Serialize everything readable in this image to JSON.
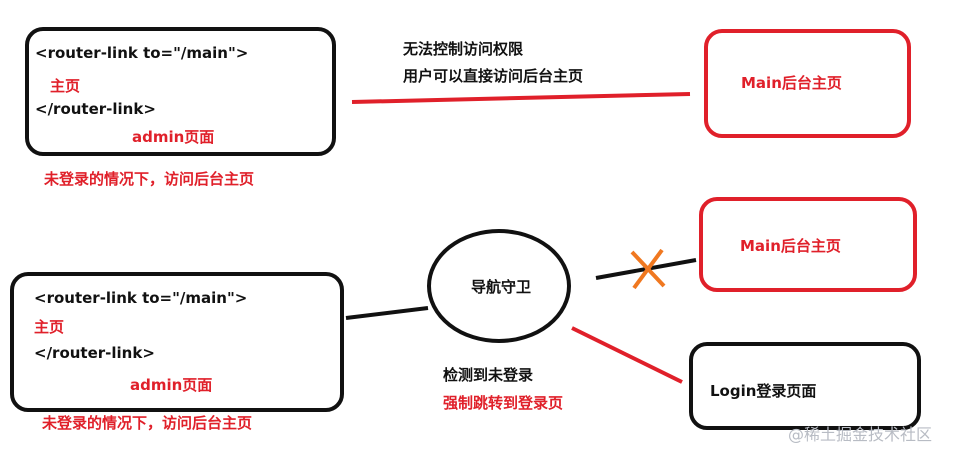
{
  "colors": {
    "red": "#e0202a",
    "black": "#111111",
    "orange": "#f07820",
    "watermark": "#b8bcc4"
  },
  "top_box": {
    "line1": "<router-link to=\"/main\">",
    "line2": "主页",
    "line3": "</router-link>",
    "line4": "admin页面"
  },
  "top_caption": "未登录的情况下，访问后台主页",
  "top_note": {
    "line1": "无法控制访问权限",
    "line2": "用户可以直接访问后台主页"
  },
  "top_main_box": "Main后台主页",
  "bottom_box": {
    "line1": "<router-link to=\"/main\">",
    "line2": "主页",
    "line3": "</router-link>",
    "line4": "admin页面"
  },
  "bottom_caption": "未登录的情况下，访问后台主页",
  "guard": "导航守卫",
  "bottom_main_box": "Main后台主页",
  "login_box": "Login登录页面",
  "detect_note": {
    "line1": "检测到未登录",
    "line2": "强制跳转到登录页"
  },
  "watermark": "@稀土掘金技术社区"
}
